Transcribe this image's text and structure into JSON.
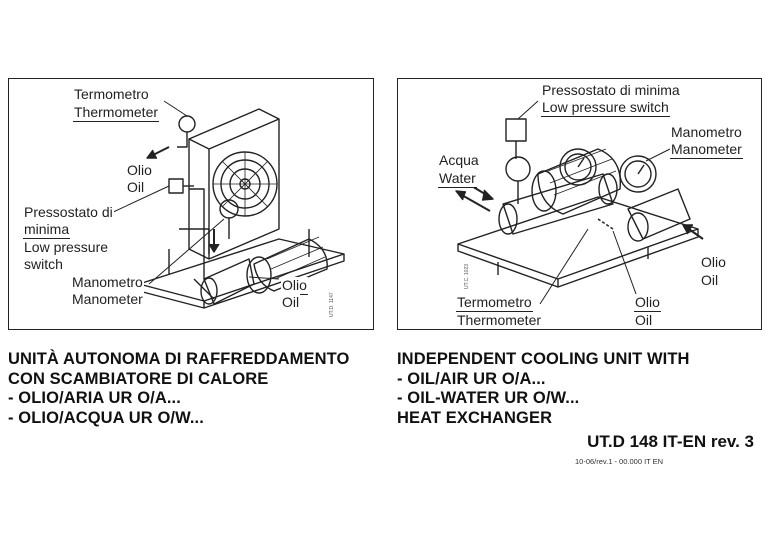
{
  "left_figure": {
    "labels": {
      "thermometer": [
        "Termometro",
        "Thermometer"
      ],
      "oil_top": [
        "Olio",
        "Oil"
      ],
      "pressure_switch": [
        "Pressostato di",
        "minima",
        "Low pressure",
        "switch"
      ],
      "manometer": [
        "Manometro",
        "Manometer"
      ],
      "oil_bottom": [
        "Olio",
        "Oil"
      ]
    },
    "drawing_code": "UT.D. 1147"
  },
  "right_figure": {
    "labels": {
      "pressure_switch": [
        "Pressostato di minima",
        "Low pressure switch"
      ],
      "manometer": [
        "Manometro",
        "Manometer"
      ],
      "water": [
        "Acqua",
        "Water"
      ],
      "oil_right": [
        "Olio",
        "Oil"
      ],
      "thermometer": [
        "Termometro",
        "Thermometer"
      ],
      "oil_bottom": [
        "Olio",
        "Oil"
      ]
    },
    "drawing_code": "UT.C. 1023"
  },
  "title_it": [
    "UNITÀ AUTONOMA DI RAFFREDDAMENTO",
    "CON SCAMBIATORE DI CALORE",
    "- OLIO/ARIA UR O/A...",
    "- OLIO/ACQUA UR O/W..."
  ],
  "title_en": [
    "INDEPENDENT COOLING UNIT WITH",
    "- OIL/AIR UR O/A...",
    "- OIL-WATER UR O/W...",
    "HEAT EXCHANGER"
  ],
  "document_code": "UT.D 148 IT-EN rev. 3",
  "revision_line": "10-06/rev.1 - 00.000 IT EN"
}
